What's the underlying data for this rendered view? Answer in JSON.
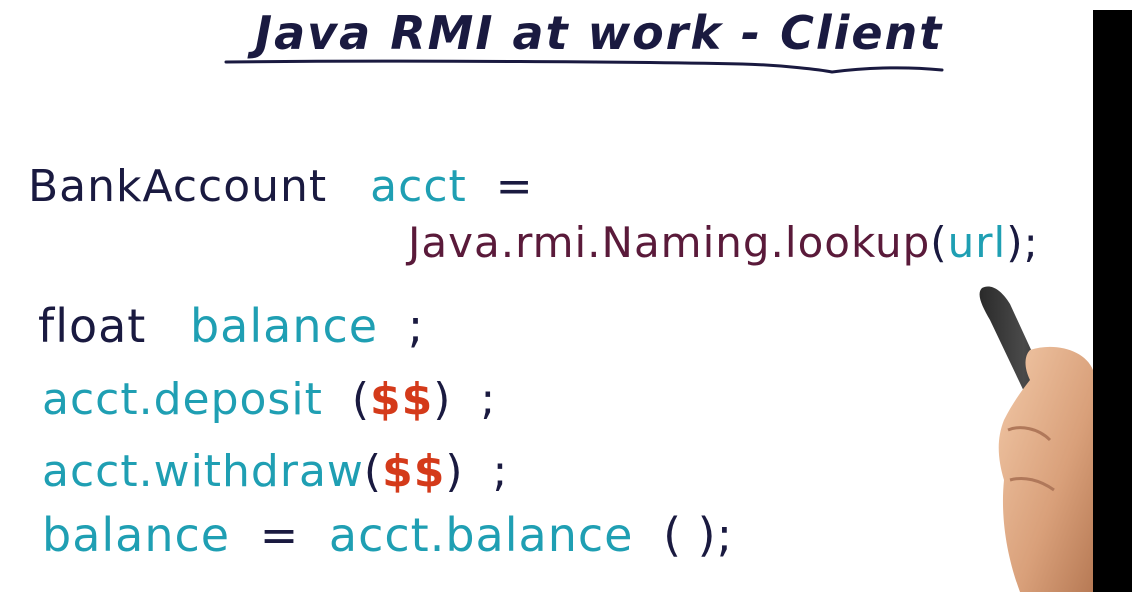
{
  "colors": {
    "ink": "#1a1a40",
    "teal": "#1f9fb3",
    "maroon": "#5a1a3a",
    "red": "#d43a1a",
    "bar": "#000000"
  },
  "title": "Java RMI at work - Client",
  "lines": {
    "l1_type": "BankAccount",
    "l1_var": "acct",
    "l1_eq": "=",
    "l2_call": "Java.rmi.Naming.lookup",
    "l2_open": "(",
    "l2_arg": "url",
    "l2_close": ");",
    "l3_type": "float",
    "l3_var": "balance",
    "l3_semi": ";",
    "l4_call": "acct.deposit",
    "l4_open": "(",
    "l4_arg": "$$",
    "l4_close": ")",
    "l4_semi": ";",
    "l5_call": "acct.withdraw",
    "l5_open": "(",
    "l5_arg": "$$",
    "l5_close": ")",
    "l5_semi": ";",
    "l6_var": "balance",
    "l6_eq": "=",
    "l6_call": "acct.balance",
    "l6_parens": "( );"
  },
  "icons": {
    "hand": "hand-holding-marker-icon"
  }
}
